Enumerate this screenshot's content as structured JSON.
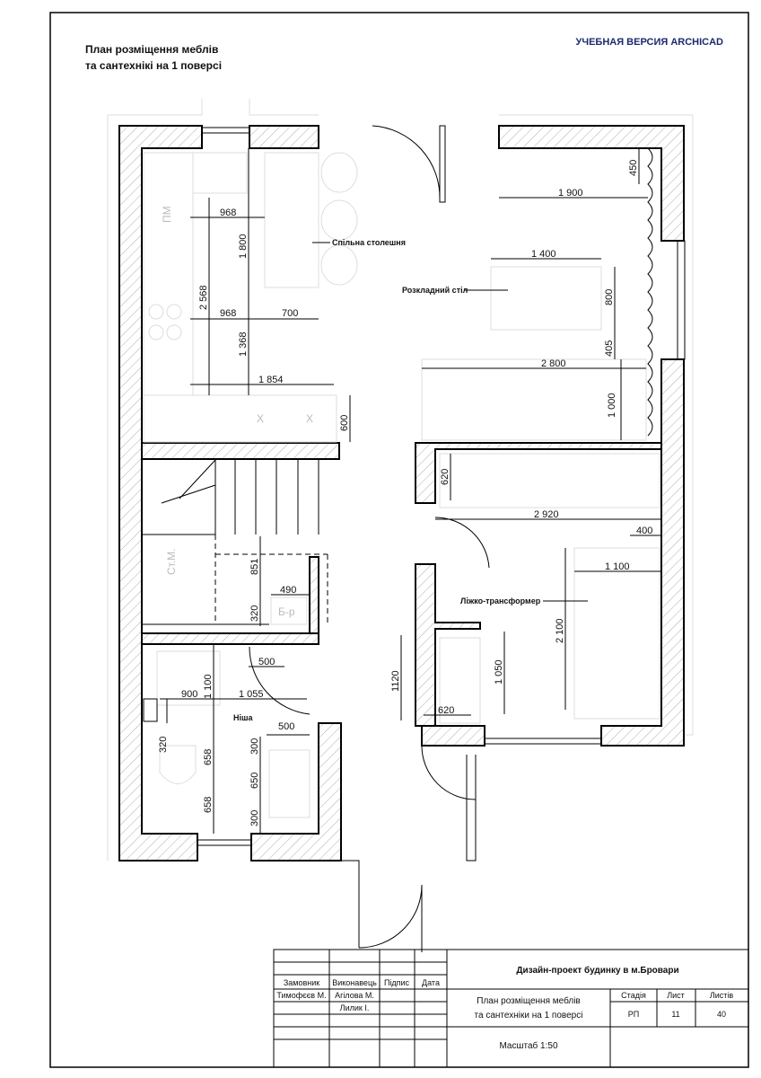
{
  "drawing": {
    "title_line1": "План розміщення меблів",
    "title_line2": "та сантехнікі на 1 поверсі",
    "watermark": "УЧЕБНАЯ ВЕРСИЯ ARCHICAD",
    "watermark_color": "#1c2a6b"
  },
  "labels": {
    "counter": "Спільна столешня",
    "table": "Розкладний стіл",
    "bed": "Ліжко-трансформер",
    "niche": "Ніша",
    "fridge": "ПМ",
    "washer": "Ст.М.",
    "boiler": "Б-р",
    "x1": "X",
    "x2": "X"
  },
  "dims": [
    "968",
    "1 800",
    "2 568",
    "968",
    "700",
    "1 368",
    "1 854",
    "600",
    "1 900",
    "450",
    "1 400",
    "800",
    "405",
    "2 800",
    "1 000",
    "620",
    "2 920",
    "400",
    "1 100",
    "2 100",
    "1 050",
    "1120",
    "620",
    "851",
    "490",
    "320",
    "500",
    "900",
    "1 100",
    "1 055",
    "500",
    "320",
    "658",
    "658",
    "300",
    "650",
    "300"
  ],
  "title_block": {
    "project": "Дизайн-проект будинку в м.Бровари",
    "sheet_title_1": "План розміщення меблів",
    "sheet_title_2": "та сантехніки на 1 поверсі",
    "scale": "Масштаб 1:50",
    "headers": [
      "Замовник",
      "Виконавець",
      "Підпис",
      "Дата"
    ],
    "customer": "Тимофєєв М.",
    "authors": [
      "Агілова М.",
      "Лилик І."
    ],
    "stage_label": "Стадія",
    "sheet_label": "Лист",
    "sheets_label": "Листів",
    "stage": "РП",
    "sheet": "11",
    "sheets": "40"
  }
}
